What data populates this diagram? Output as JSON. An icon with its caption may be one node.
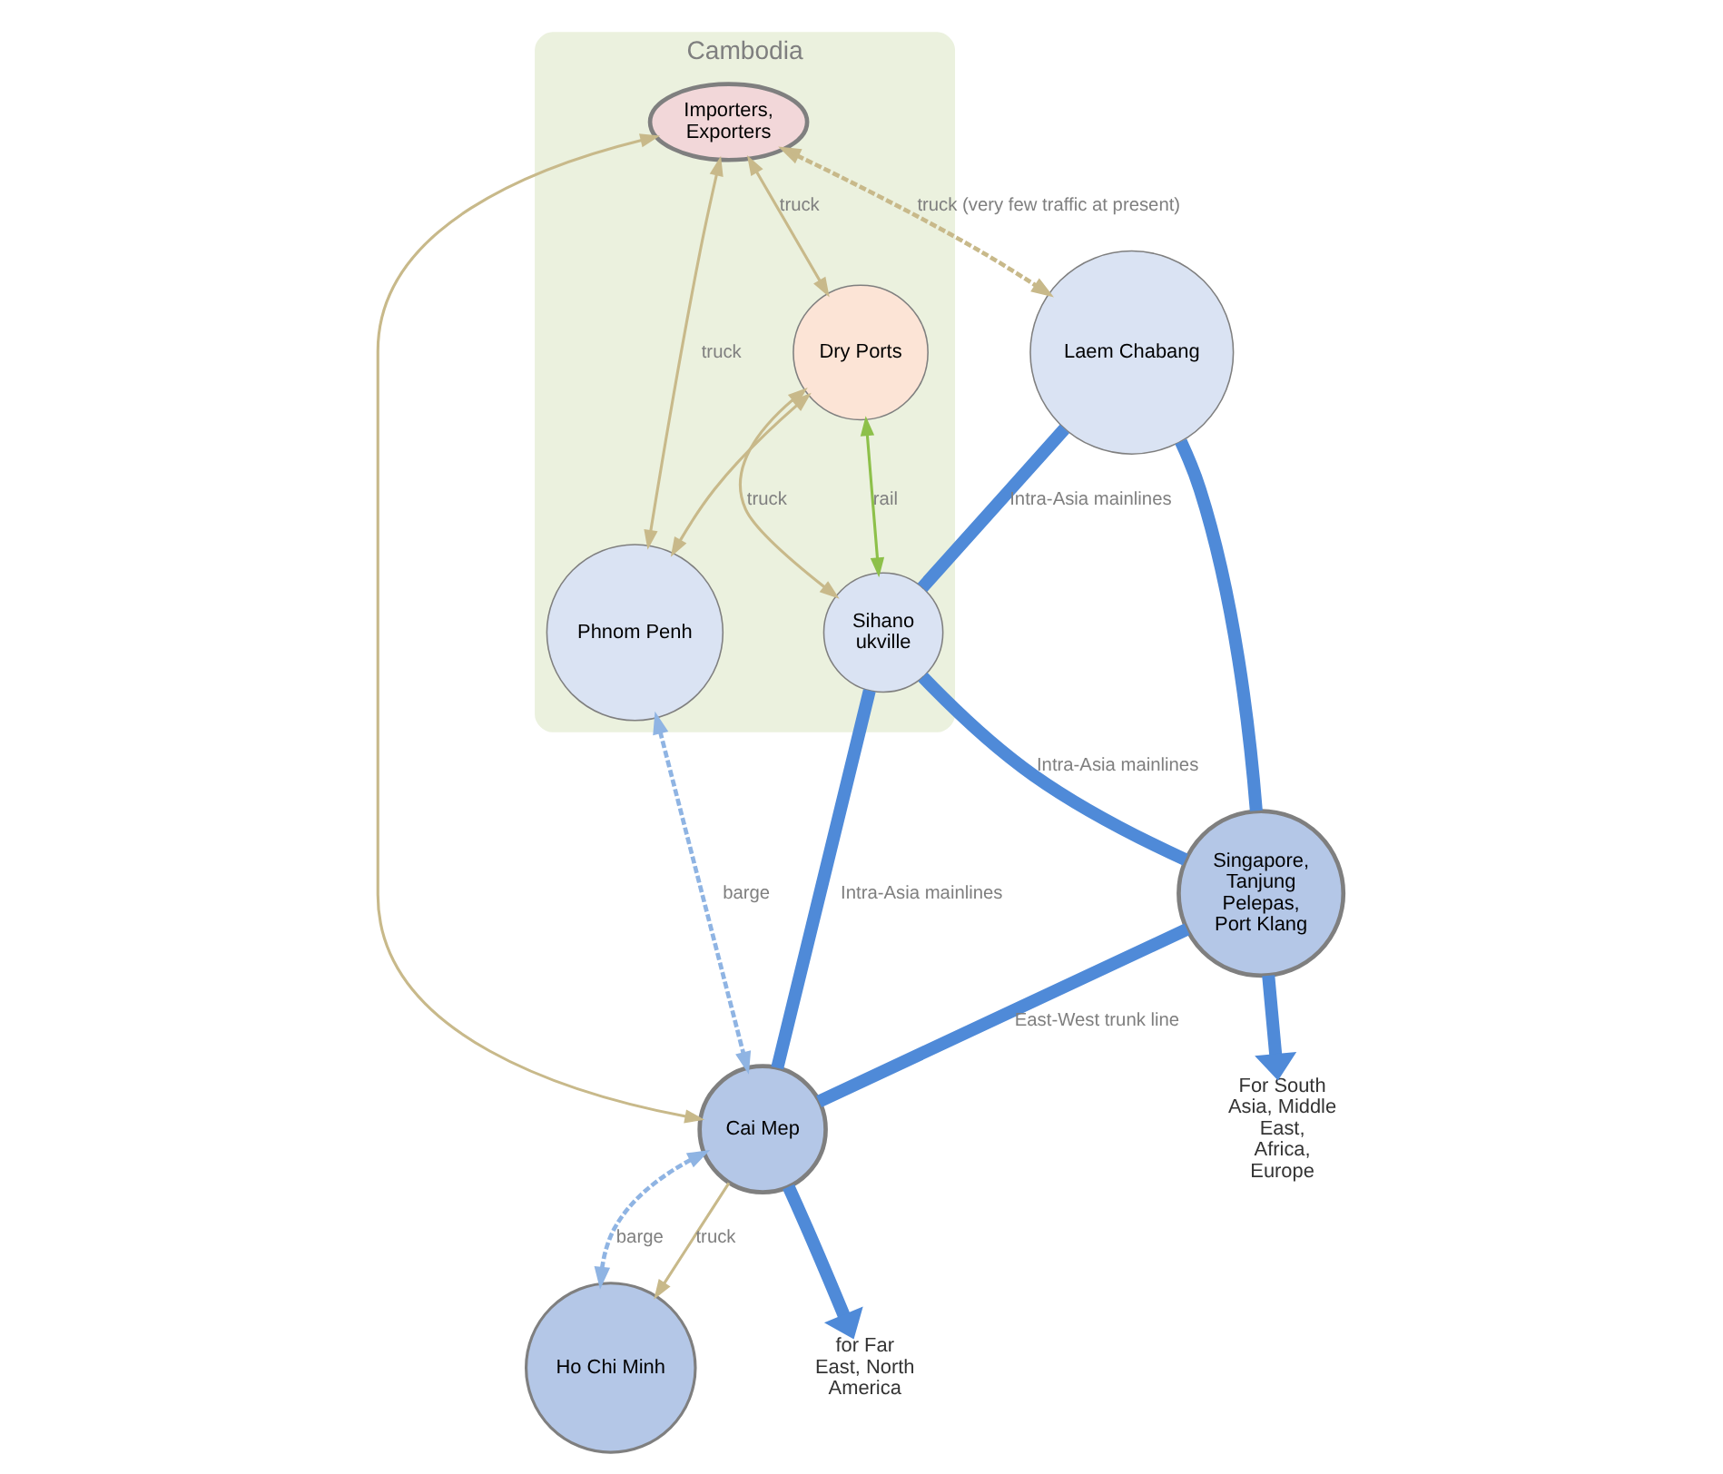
{
  "diagram": {
    "nodes": [
      {
        "text": [
          "Cambodia"
        ]
      },
      {
        "text": [
          "Importers, Exporters"
        ],
        "in": 0
      },
      {
        "text": [
          "Phnom Penh"
        ],
        "in": 0
      },
      {
        "text": [
          "Dry Ports"
        ],
        "in": 0
      },
      {
        "text": [
          "Sihano ukville"
        ],
        "in": 0
      },
      {
        "text": [
          "Laem Chabang"
        ]
      },
      {
        "text": [
          "Ho Chi Minh"
        ]
      },
      {
        "text": [
          "Cai Mep"
        ]
      },
      {
        "text": [
          "Singapore, Tanjung Pelepas, Port Klang"
        ]
      },
      {
        "text": [
          "for Far East, North America"
        ]
      },
      {
        "text": [
          "For South Asia, Middle East, Africa, Europe"
        ]
      }
    ],
    "edges": [
      {
        "from": 1,
        "to": 5,
        "arrow": "both",
        "label": "truck (very few traffic at present)",
        "style": "dashed",
        "color": "#c8b98a"
      },
      {
        "from": 1,
        "to": 3,
        "arrow": "both",
        "label": "truck",
        "color": "#c8b98a"
      },
      {
        "from": 1,
        "to": 2,
        "arrow": "both",
        "label": "truck",
        "color": "#c8b98a"
      },
      {
        "from": 3,
        "to": 2,
        "arrow": "both",
        "color": "#c8b98a"
      },
      {
        "from": 3,
        "to": 4,
        "arrow": "both",
        "label": "truck",
        "color": "#c8b98a"
      },
      {
        "from": 3,
        "to": 4,
        "arrow": "both",
        "label": "rail",
        "color": "#8dc04a"
      },
      {
        "from": 1,
        "to": 7,
        "arrow": "both",
        "color": "#c8b98a"
      },
      {
        "from": 7,
        "to": 6,
        "arrow": "to",
        "label": "truck",
        "color": "#c8b98a"
      },
      {
        "from": 6,
        "to": 7,
        "arrow": "both",
        "label": "barge",
        "style": "dashed",
        "color": "#8fb4e3"
      },
      {
        "from": 2,
        "to": 7,
        "arrow": "both",
        "label": "barge",
        "style": "dashed",
        "color": "#8fb4e3"
      },
      {
        "from": 5,
        "to": 4,
        "arrow": "none",
        "label": "Intra-Asia mainlines",
        "style": "thick",
        "color": "#4f8ad8"
      },
      {
        "from": 4,
        "to": 7,
        "arrow": "none",
        "label": "Intra-Asia mainlines",
        "style": "thick",
        "color": "#4f8ad8"
      },
      {
        "from": 4,
        "to": 8,
        "arrow": "none",
        "label": "Intra-Asia mainlines",
        "style": "thick",
        "color": "#4f8ad8"
      },
      {
        "from": 5,
        "to": 8,
        "arrow": "none",
        "style": "thick",
        "color": "#4f8ad8"
      },
      {
        "from": 8,
        "to": 7,
        "arrow": "none",
        "label": "East-West trunk line",
        "style": "thick",
        "color": "#4f8ad8"
      },
      {
        "from": 7,
        "to": 9,
        "arrow": "to",
        "style": "thick",
        "color": "#4f8ad8"
      },
      {
        "from": 8,
        "to": 10,
        "arrow": "to",
        "style": "thick",
        "color": "#4f8ad8"
      }
    ]
  }
}
